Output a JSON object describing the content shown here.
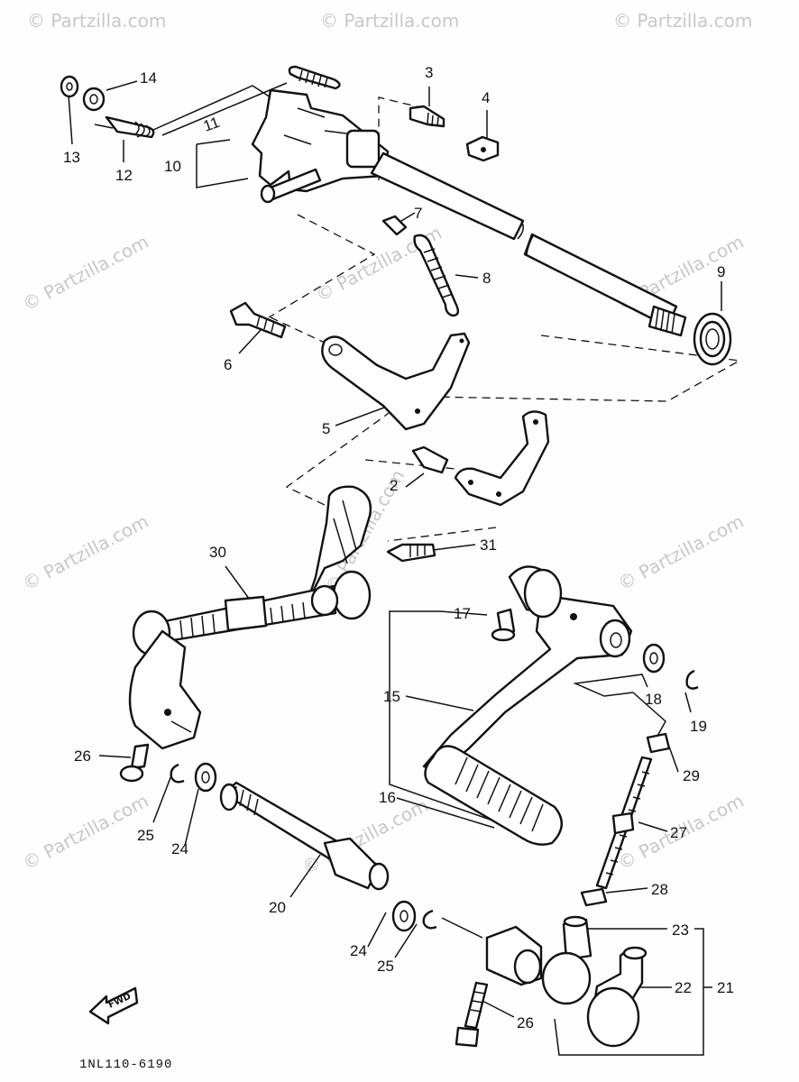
{
  "diagram": {
    "code": "1NL110-6190",
    "front_mark": "FWD",
    "watermark": "© Partzilla.com",
    "callouts": [
      {
        "id": "c1",
        "text": "2"
      },
      {
        "id": "c2",
        "text": "3"
      },
      {
        "id": "c3",
        "text": "4"
      },
      {
        "id": "c4",
        "text": "5"
      },
      {
        "id": "c5",
        "text": "6"
      },
      {
        "id": "c6",
        "text": "7"
      },
      {
        "id": "c7",
        "text": "8"
      },
      {
        "id": "c8",
        "text": "9"
      },
      {
        "id": "c9",
        "text": "10"
      },
      {
        "id": "c10",
        "text": "11"
      },
      {
        "id": "c11",
        "text": "12"
      },
      {
        "id": "c12",
        "text": "13"
      },
      {
        "id": "c13",
        "text": "14"
      },
      {
        "id": "c14",
        "text": "15"
      },
      {
        "id": "c15",
        "text": "16"
      },
      {
        "id": "c16",
        "text": "17"
      },
      {
        "id": "c17",
        "text": "18"
      },
      {
        "id": "c18",
        "text": "19"
      },
      {
        "id": "c19",
        "text": "20"
      },
      {
        "id": "c20",
        "text": "21"
      },
      {
        "id": "c21",
        "text": "22"
      },
      {
        "id": "c22",
        "text": "23"
      },
      {
        "id": "c23",
        "text": "24"
      },
      {
        "id": "c24",
        "text": "24"
      },
      {
        "id": "c25",
        "text": "25"
      },
      {
        "id": "c26",
        "text": "25"
      },
      {
        "id": "c27",
        "text": "26"
      },
      {
        "id": "c28",
        "text": "26"
      },
      {
        "id": "c29",
        "text": "27"
      },
      {
        "id": "c30",
        "text": "28"
      },
      {
        "id": "c31",
        "text": "29"
      },
      {
        "id": "c32",
        "text": "30"
      },
      {
        "id": "c33",
        "text": "31"
      }
    ]
  }
}
